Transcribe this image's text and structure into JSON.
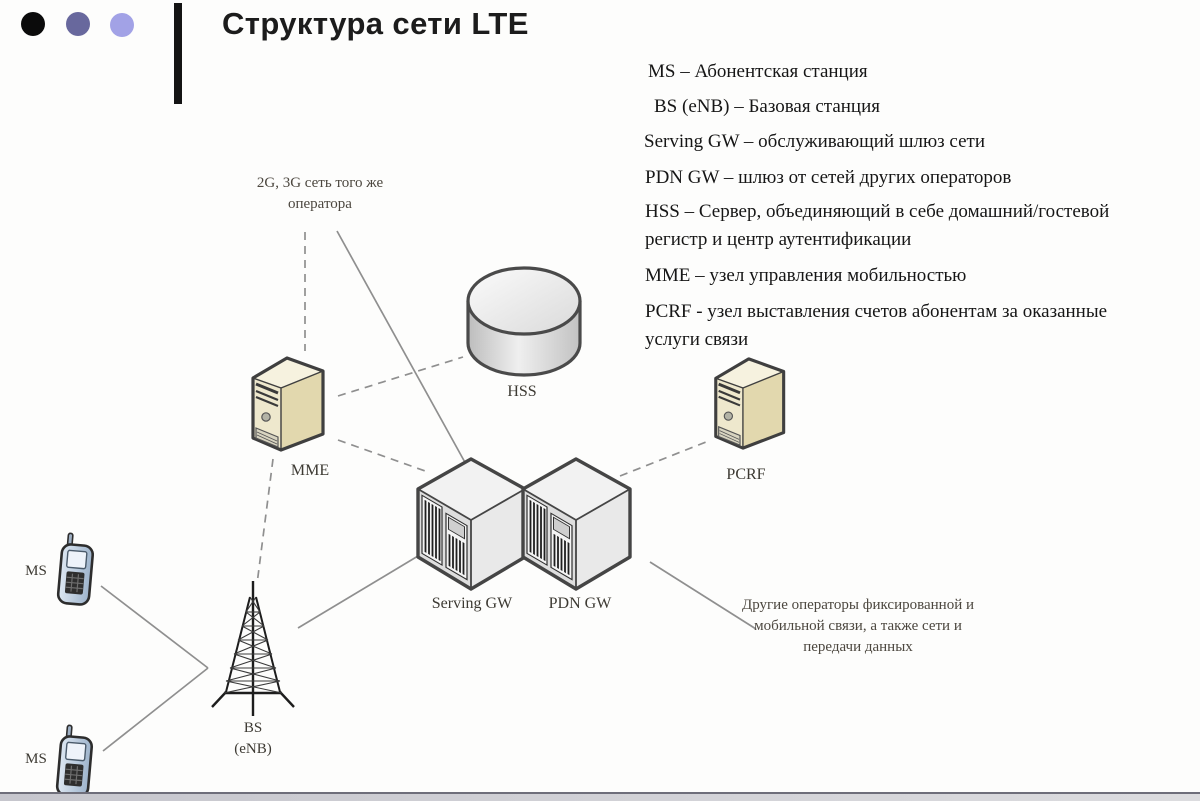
{
  "slide": {
    "title": "Структура сети LTE",
    "decor_dots": [
      "#0b0b0b",
      "#68689d",
      "#a2a2e6"
    ]
  },
  "legend": {
    "items": [
      "MS – Абонентская станция",
      "BS (eNB) – Базовая станция",
      "Serving GW – обслуживающий шлюз сети",
      "PDN GW – шлюз от сетей других операторов",
      "HSS – Сервер, объединяющий в себе домашний/гостевой регистр и центр аутентификации",
      "MME – узел управления мобильностью",
      "PCRF - узел выставления счетов абонентам за оказанные услуги связи"
    ]
  },
  "diagram": {
    "labels": {
      "ms_top": "MS",
      "ms_bottom": "MS",
      "bs_line1": "BS",
      "bs_line2": "(eNB)",
      "mme": "MME",
      "hss": "HSS",
      "serving_gw": "Serving GW",
      "pdn_gw": "PDN GW",
      "pcrf": "PCRF"
    },
    "annotations": {
      "same_operator_network": "2G, 3G сеть того же оператора",
      "other_operators": "Другие операторы фиксированной и мобильной связи, а также сети и передачи данных"
    },
    "colors": {
      "server_beige_front": "#eee8cd",
      "server_beige_side": "#e2d8ae",
      "server_beige_top": "#f6f2df",
      "rack_gray_top": "#f2f2f2",
      "rack_gray_left": "#dedede",
      "rack_gray_right": "#e9e9e9",
      "cylinder_gray": "#d6d6d6",
      "phone_blue": "#b9cadd",
      "connection_line": "#8f8f8f",
      "outline_dark": "#3f3f3f"
    }
  },
  "footer": {
    "bar_color": "#6e6e7a"
  }
}
